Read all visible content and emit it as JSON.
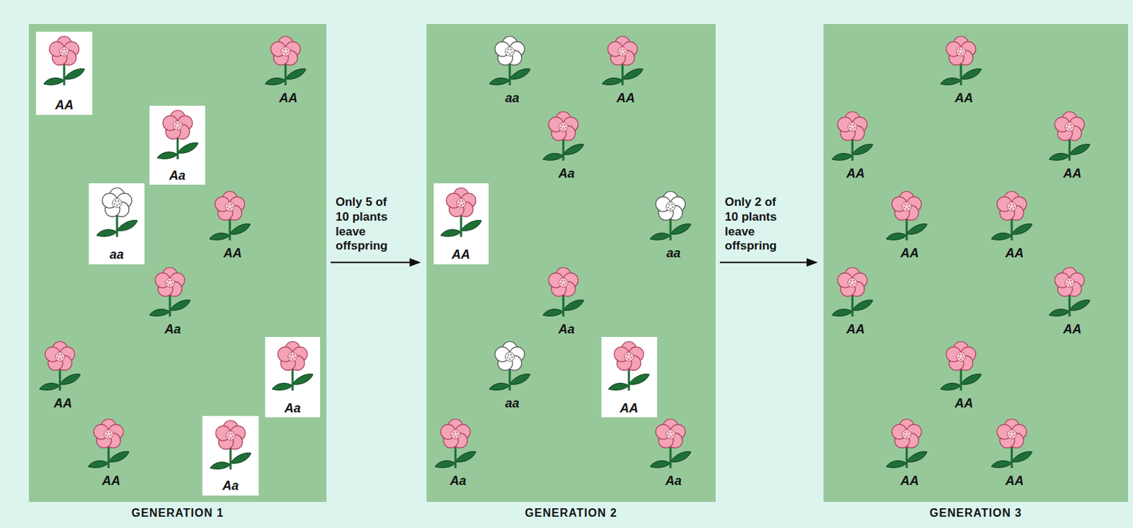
{
  "diagram": {
    "nodes": [
      {
        "text": [
          "GENERATION 1",
          "AA",
          "AA",
          "Aa",
          "AA",
          "AA"
        ]
      },
      {
        "text": [
          "AA"
        ],
        "in": 0
      },
      {
        "text": [
          "Aa"
        ],
        "in": 0
      },
      {
        "text": [
          "aa"
        ],
        "in": 0
      },
      {
        "text": [
          "Aa"
        ],
        "in": 0
      },
      {
        "text": [
          "Aa"
        ],
        "in": 0
      },
      {
        "text": [
          "GENERATION 2",
          "aa",
          "AA",
          "Aa",
          "aa",
          "Aa",
          "aa",
          "Aa",
          "Aa"
        ]
      },
      {
        "text": [
          "AA"
        ],
        "in": 6
      },
      {
        "text": [
          "AA"
        ],
        "in": 6
      },
      {
        "text": [
          "GENERATION 3",
          "AA",
          "AA",
          "AA",
          "AA",
          "AA",
          "AA",
          "AA",
          "AA",
          "AA",
          "AA"
        ]
      }
    ],
    "edges": [
      {
        "from": 0,
        "to": 6,
        "arrow": "to",
        "label": "Only 5 of 10 plants leave offspring"
      },
      {
        "from": 6,
        "to": 9,
        "arrow": "to",
        "label": "Only 2 of 10 plants leave offspring"
      }
    ]
  }
}
